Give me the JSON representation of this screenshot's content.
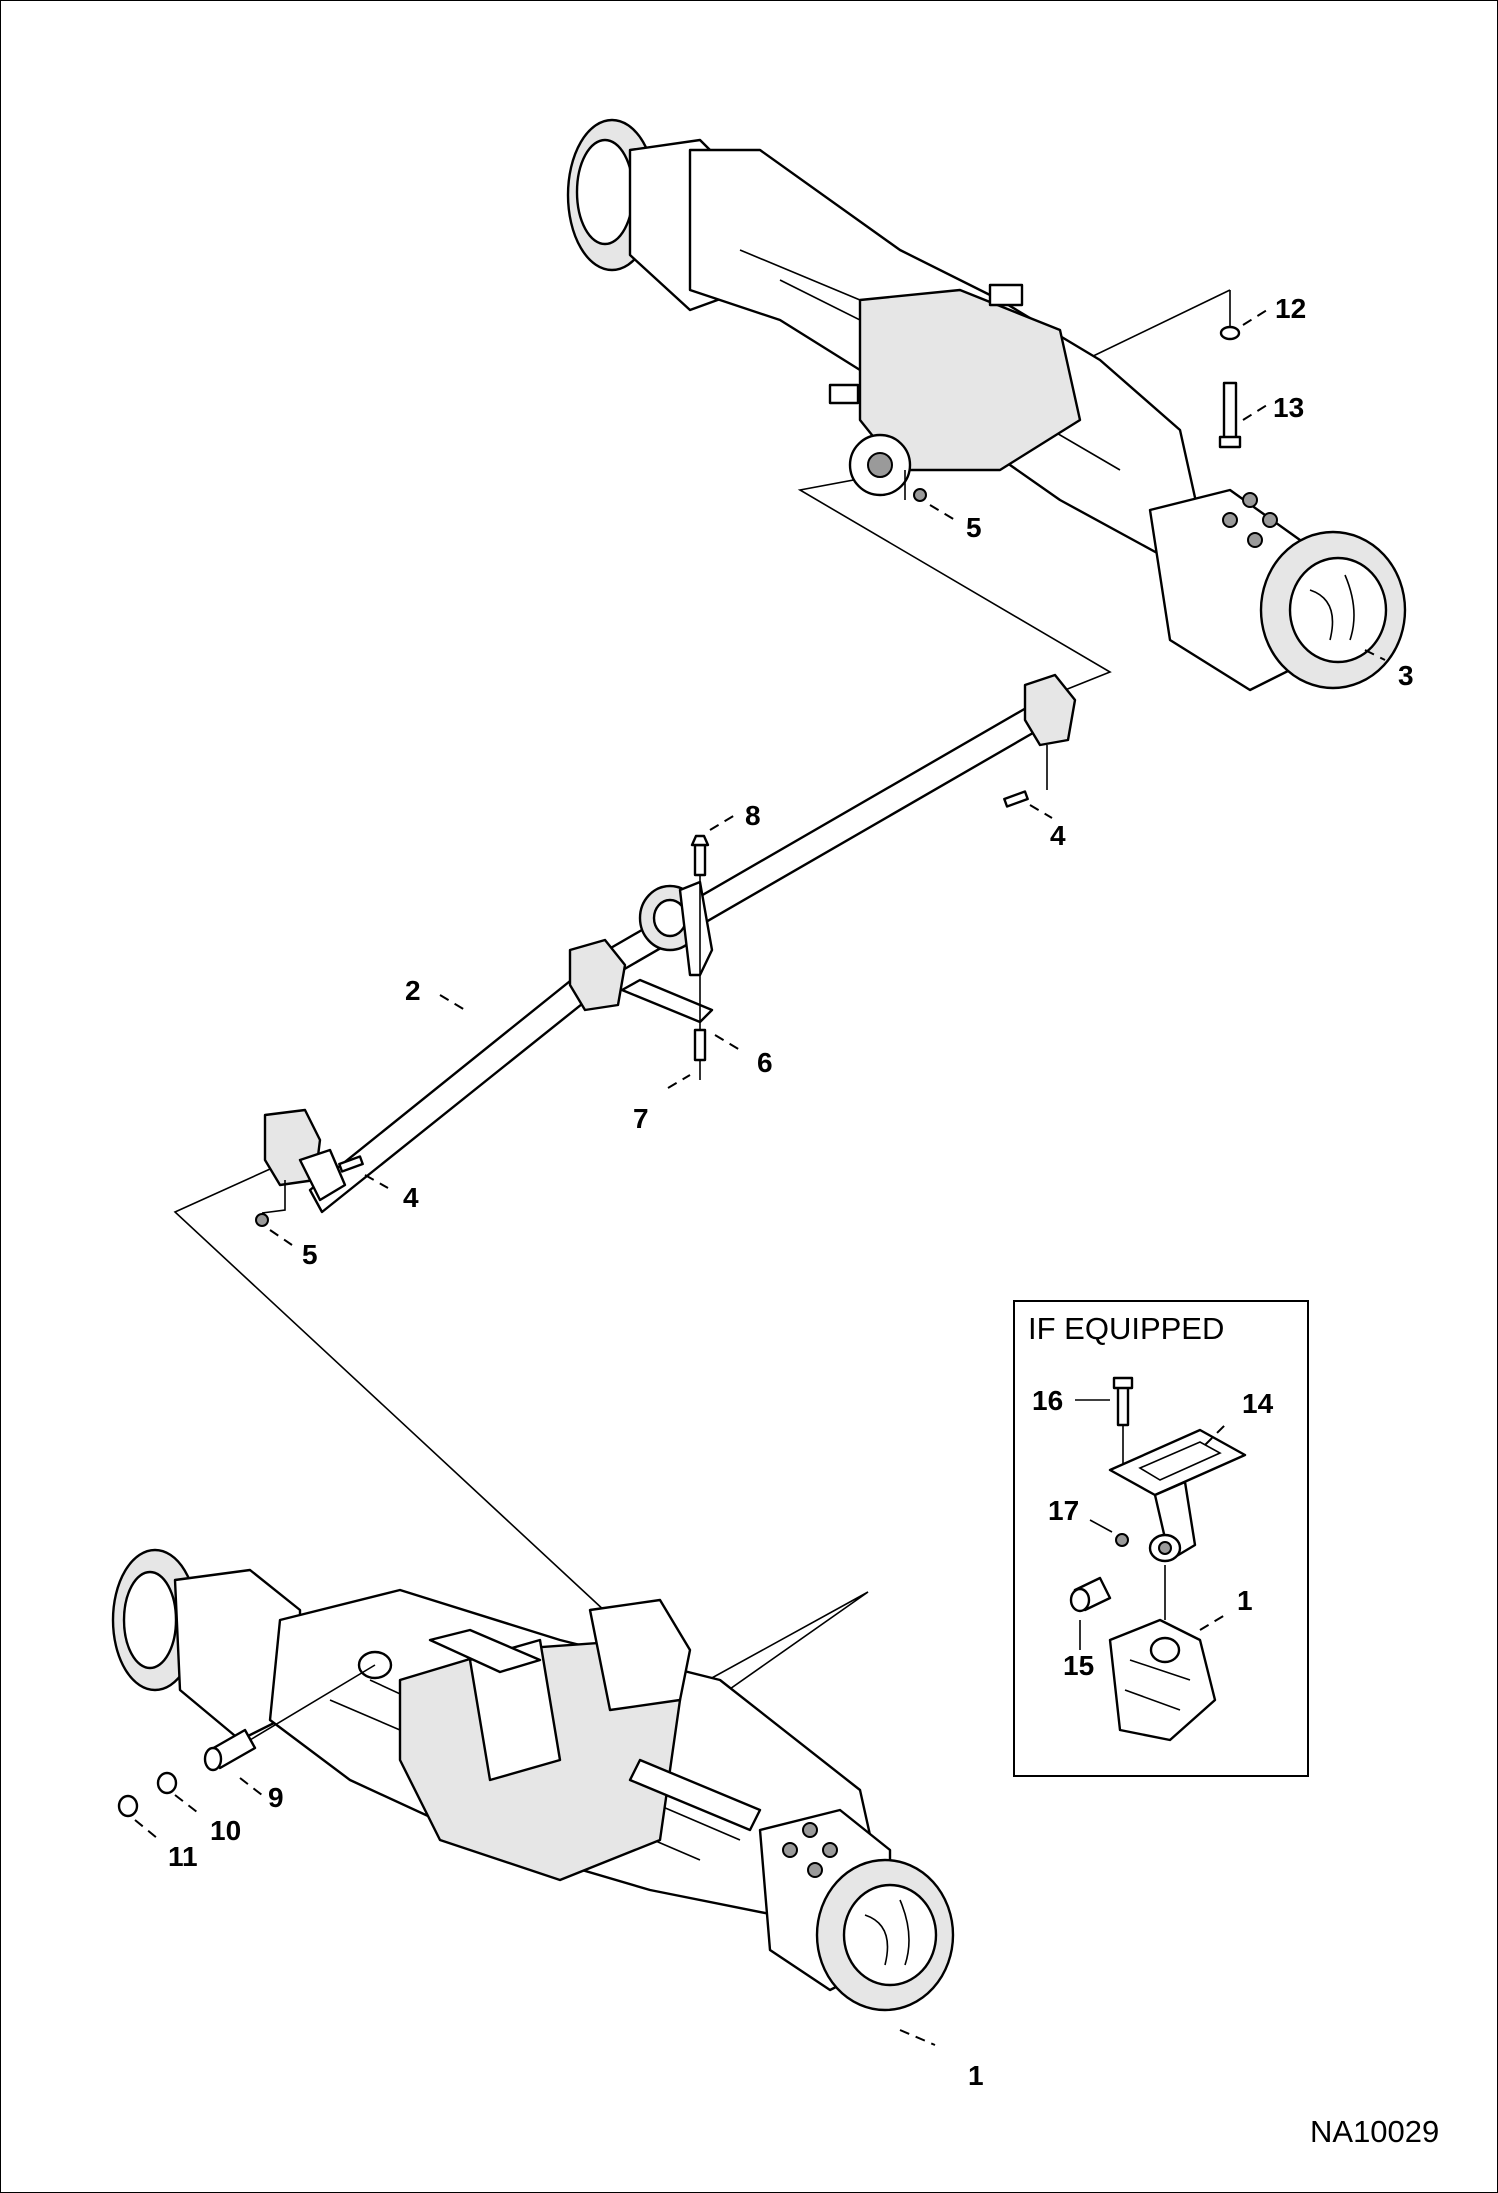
{
  "figure_code": "NA10029",
  "inset": {
    "title": "IF EQUIPPED"
  },
  "callouts": {
    "c1": "1",
    "c2": "2",
    "c3": "3",
    "c4a": "4",
    "c4b": "4",
    "c5a": "5",
    "c5b": "5",
    "c6": "6",
    "c7": "7",
    "c8": "8",
    "c9": "9",
    "c10": "10",
    "c11": "11",
    "c12": "12",
    "c13": "13",
    "c14": "14",
    "c15": "15",
    "c16": "16",
    "c17": "17",
    "c1b": "1"
  }
}
